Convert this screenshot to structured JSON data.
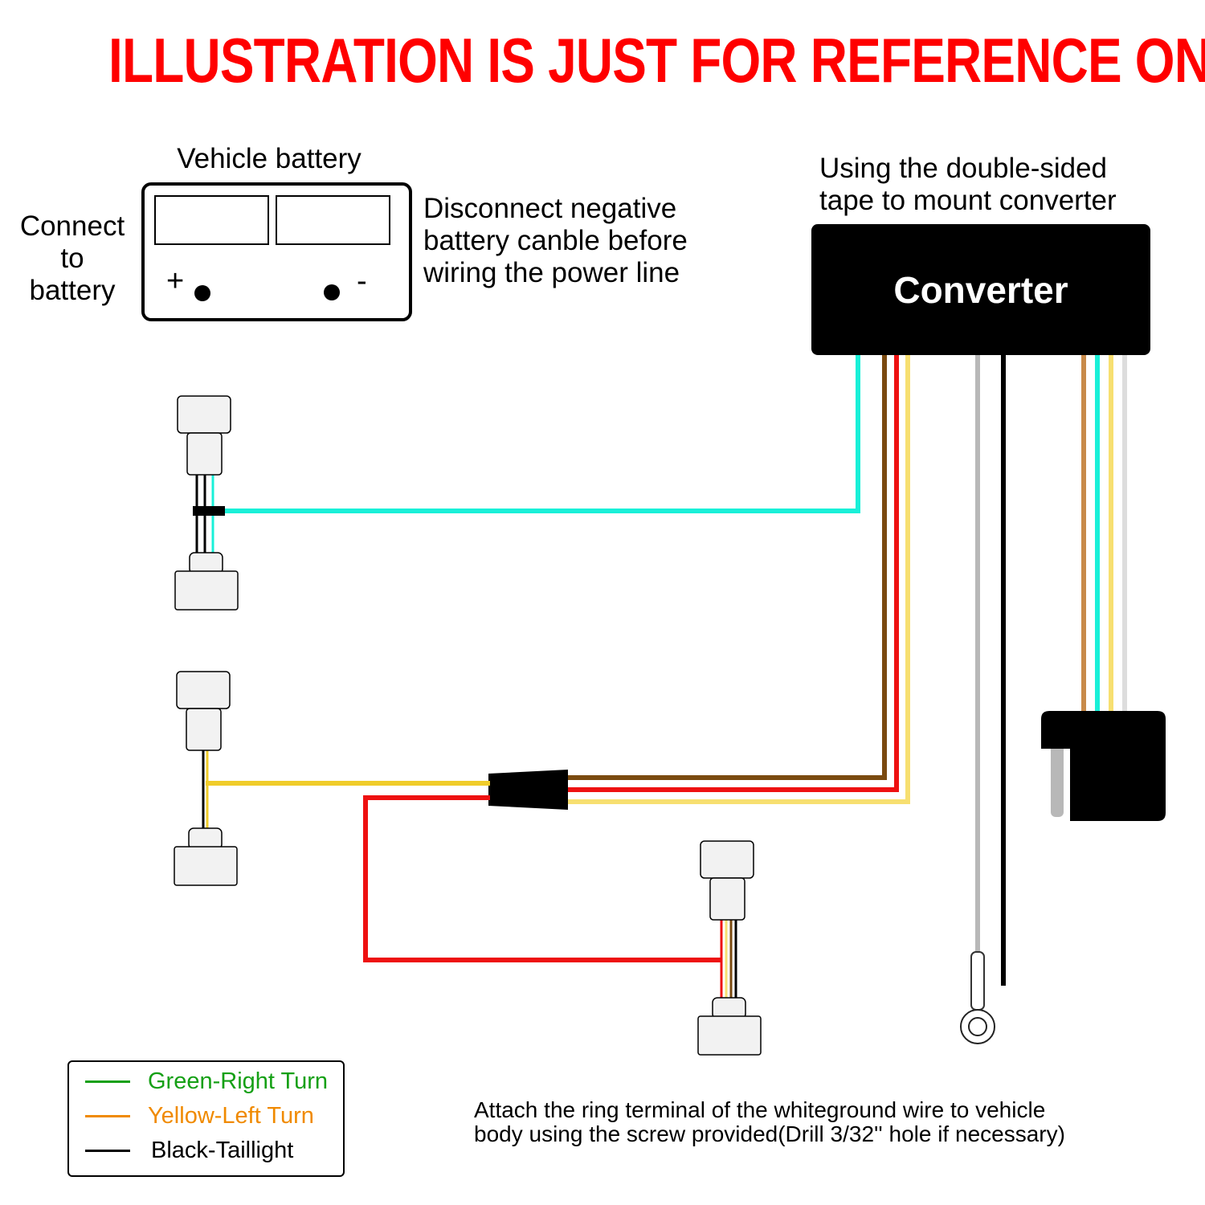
{
  "headline": {
    "text": "ILLUSTRATION IS JUST FOR REFERENCE ONLY",
    "color": "#ff0000"
  },
  "battery": {
    "title": "Vehicle battery",
    "positive_symbol": "+",
    "negative_symbol": "-",
    "connect_lines": [
      "Connect",
      "to",
      "battery"
    ],
    "note_lines": [
      "Disconnect negative",
      "battery canble before",
      "wiring the power line"
    ]
  },
  "converter": {
    "label": "Converter",
    "mount_note_lines": [
      "Using the double-sided",
      "tape to mount converter"
    ]
  },
  "ground_note_lines": [
    "Attach the ring terminal of the whiteground wire to vehicle",
    "body using the screw provided(Drill 3/32'' hole if necessary)"
  ],
  "legend": [
    {
      "label": "Green-Right Turn",
      "color": "#15a015"
    },
    {
      "label": "Yellow-Left Turn",
      "color": "#f08a00"
    },
    {
      "label": "Black-Taillight",
      "color": "#000000"
    }
  ],
  "wire_colors": {
    "cyan": "#19f0d8",
    "brown": "#7a4a10",
    "red": "#ee1111",
    "yellow": "#f7df70",
    "gold": "#f0cc2a",
    "gray": "#b8b8b8",
    "black": "#000000",
    "tan": "#c88a4a",
    "light_gray": "#dddddd"
  }
}
